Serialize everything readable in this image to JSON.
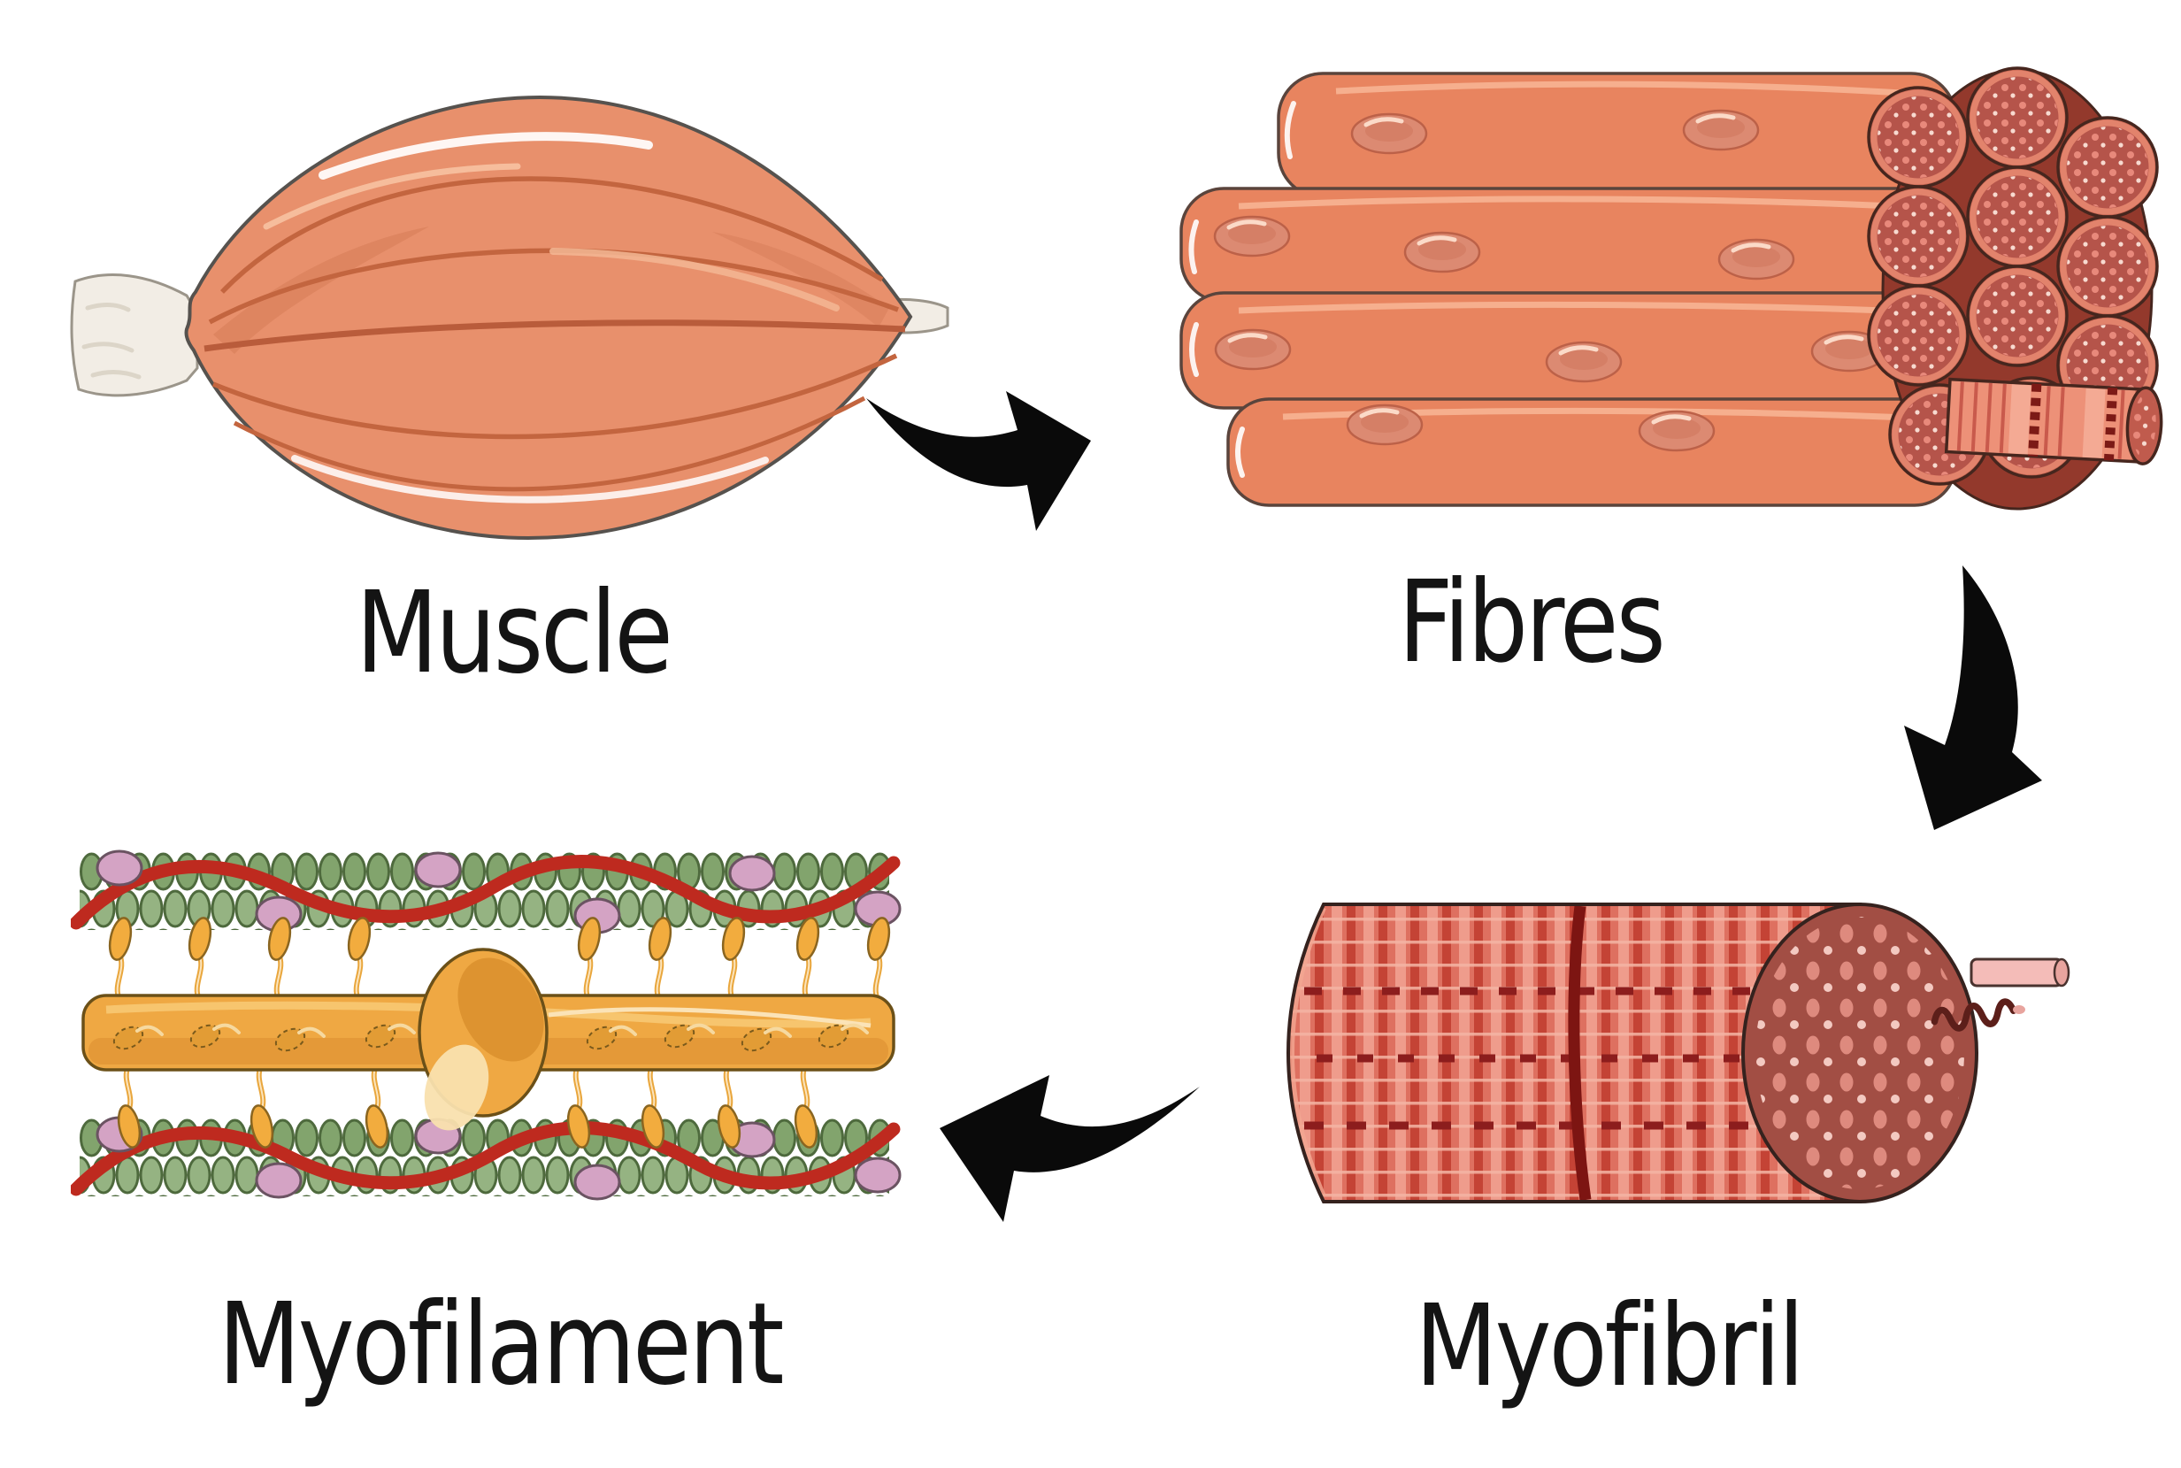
{
  "diagram": {
    "stages": [
      {
        "id": "muscle",
        "label": "Muscle"
      },
      {
        "id": "fibres",
        "label": "Fibres"
      },
      {
        "id": "myofibril",
        "label": "Myofibril"
      },
      {
        "id": "myofilament",
        "label": "Myofilament"
      }
    ],
    "arrows": [
      {
        "id": "arrow-muscle-to-fibres",
        "direction": "curved-right"
      },
      {
        "id": "arrow-fibres-to-myofibril",
        "direction": "curved-down-left"
      },
      {
        "id": "arrow-myofibril-to-myofilament",
        "direction": "curved-left"
      }
    ],
    "colors": {
      "background": "#FFFFFF",
      "label_text": "#141414",
      "arrow_black": "#0A0A0A",
      "muscle_salmon": "#E8906C",
      "muscle_shadow": "#C3653F",
      "tendon_white": "#F2EDE5",
      "fibre_block": "#E8845F",
      "fibre_cross_section": "#B5544A",
      "fibre_dot": "#E8897B",
      "fibre_outline": "#46261E",
      "myofibril_stripe_red": "#C44335",
      "myofibril_dark_band": "#8C1D1D",
      "myofibril_face": "#A24E44",
      "myosin_gold": "#EFA843",
      "actin_green": "#8CA878",
      "tropomyosin_red": "#BE2A1F",
      "troponin_pink": "#D4A3C4"
    }
  }
}
